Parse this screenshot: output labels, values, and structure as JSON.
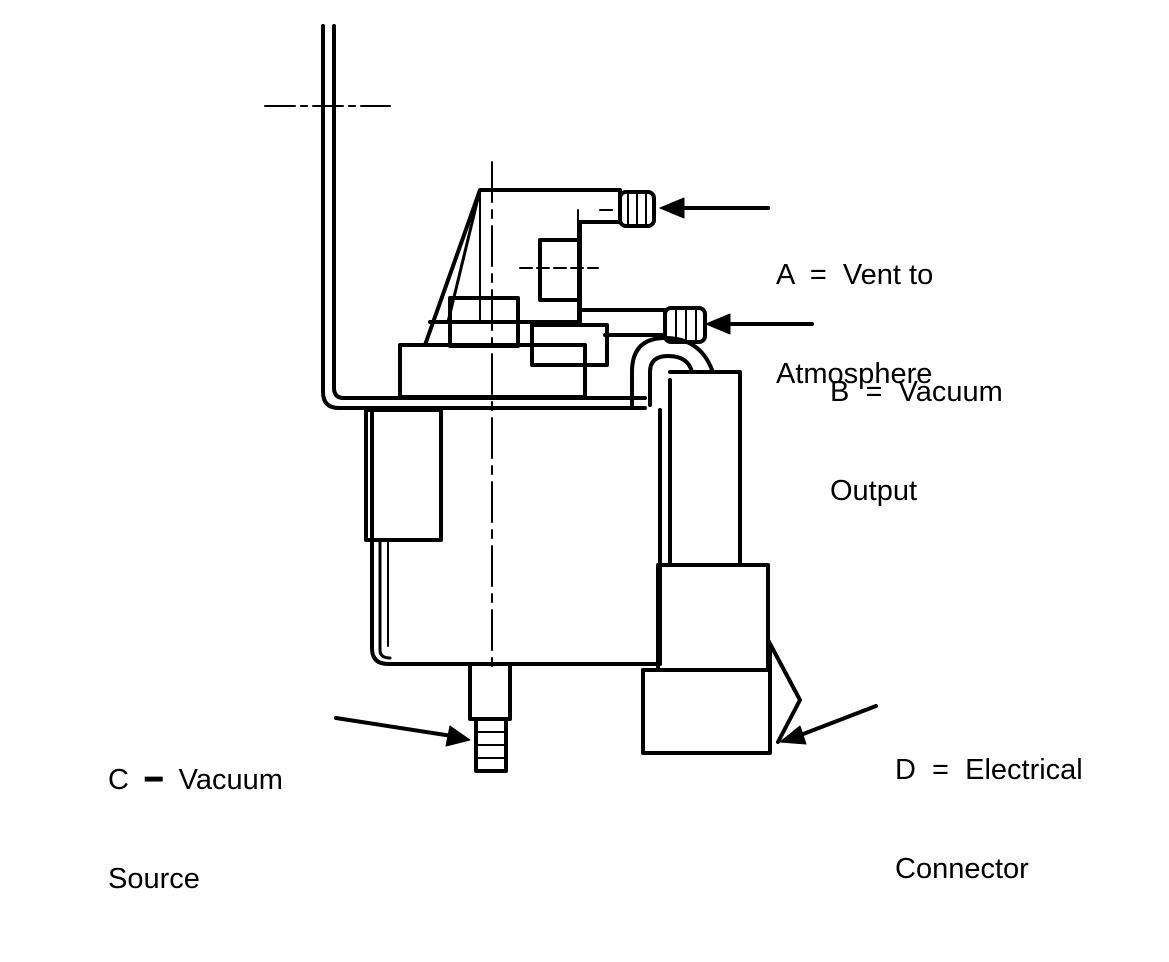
{
  "callouts": {
    "a": {
      "line1": "A  =  Vent to",
      "line2": "Atmosphere"
    },
    "b": {
      "line1": "B  =  Vacuum",
      "line2": "Output"
    },
    "c": {
      "line1": "C  ━  Vacuum",
      "line2": "Source"
    },
    "d": {
      "line1": "D  =  Electrical",
      "line2": "Connector"
    }
  },
  "colors": {
    "ink": "#000000",
    "paper": "#ffffff"
  }
}
